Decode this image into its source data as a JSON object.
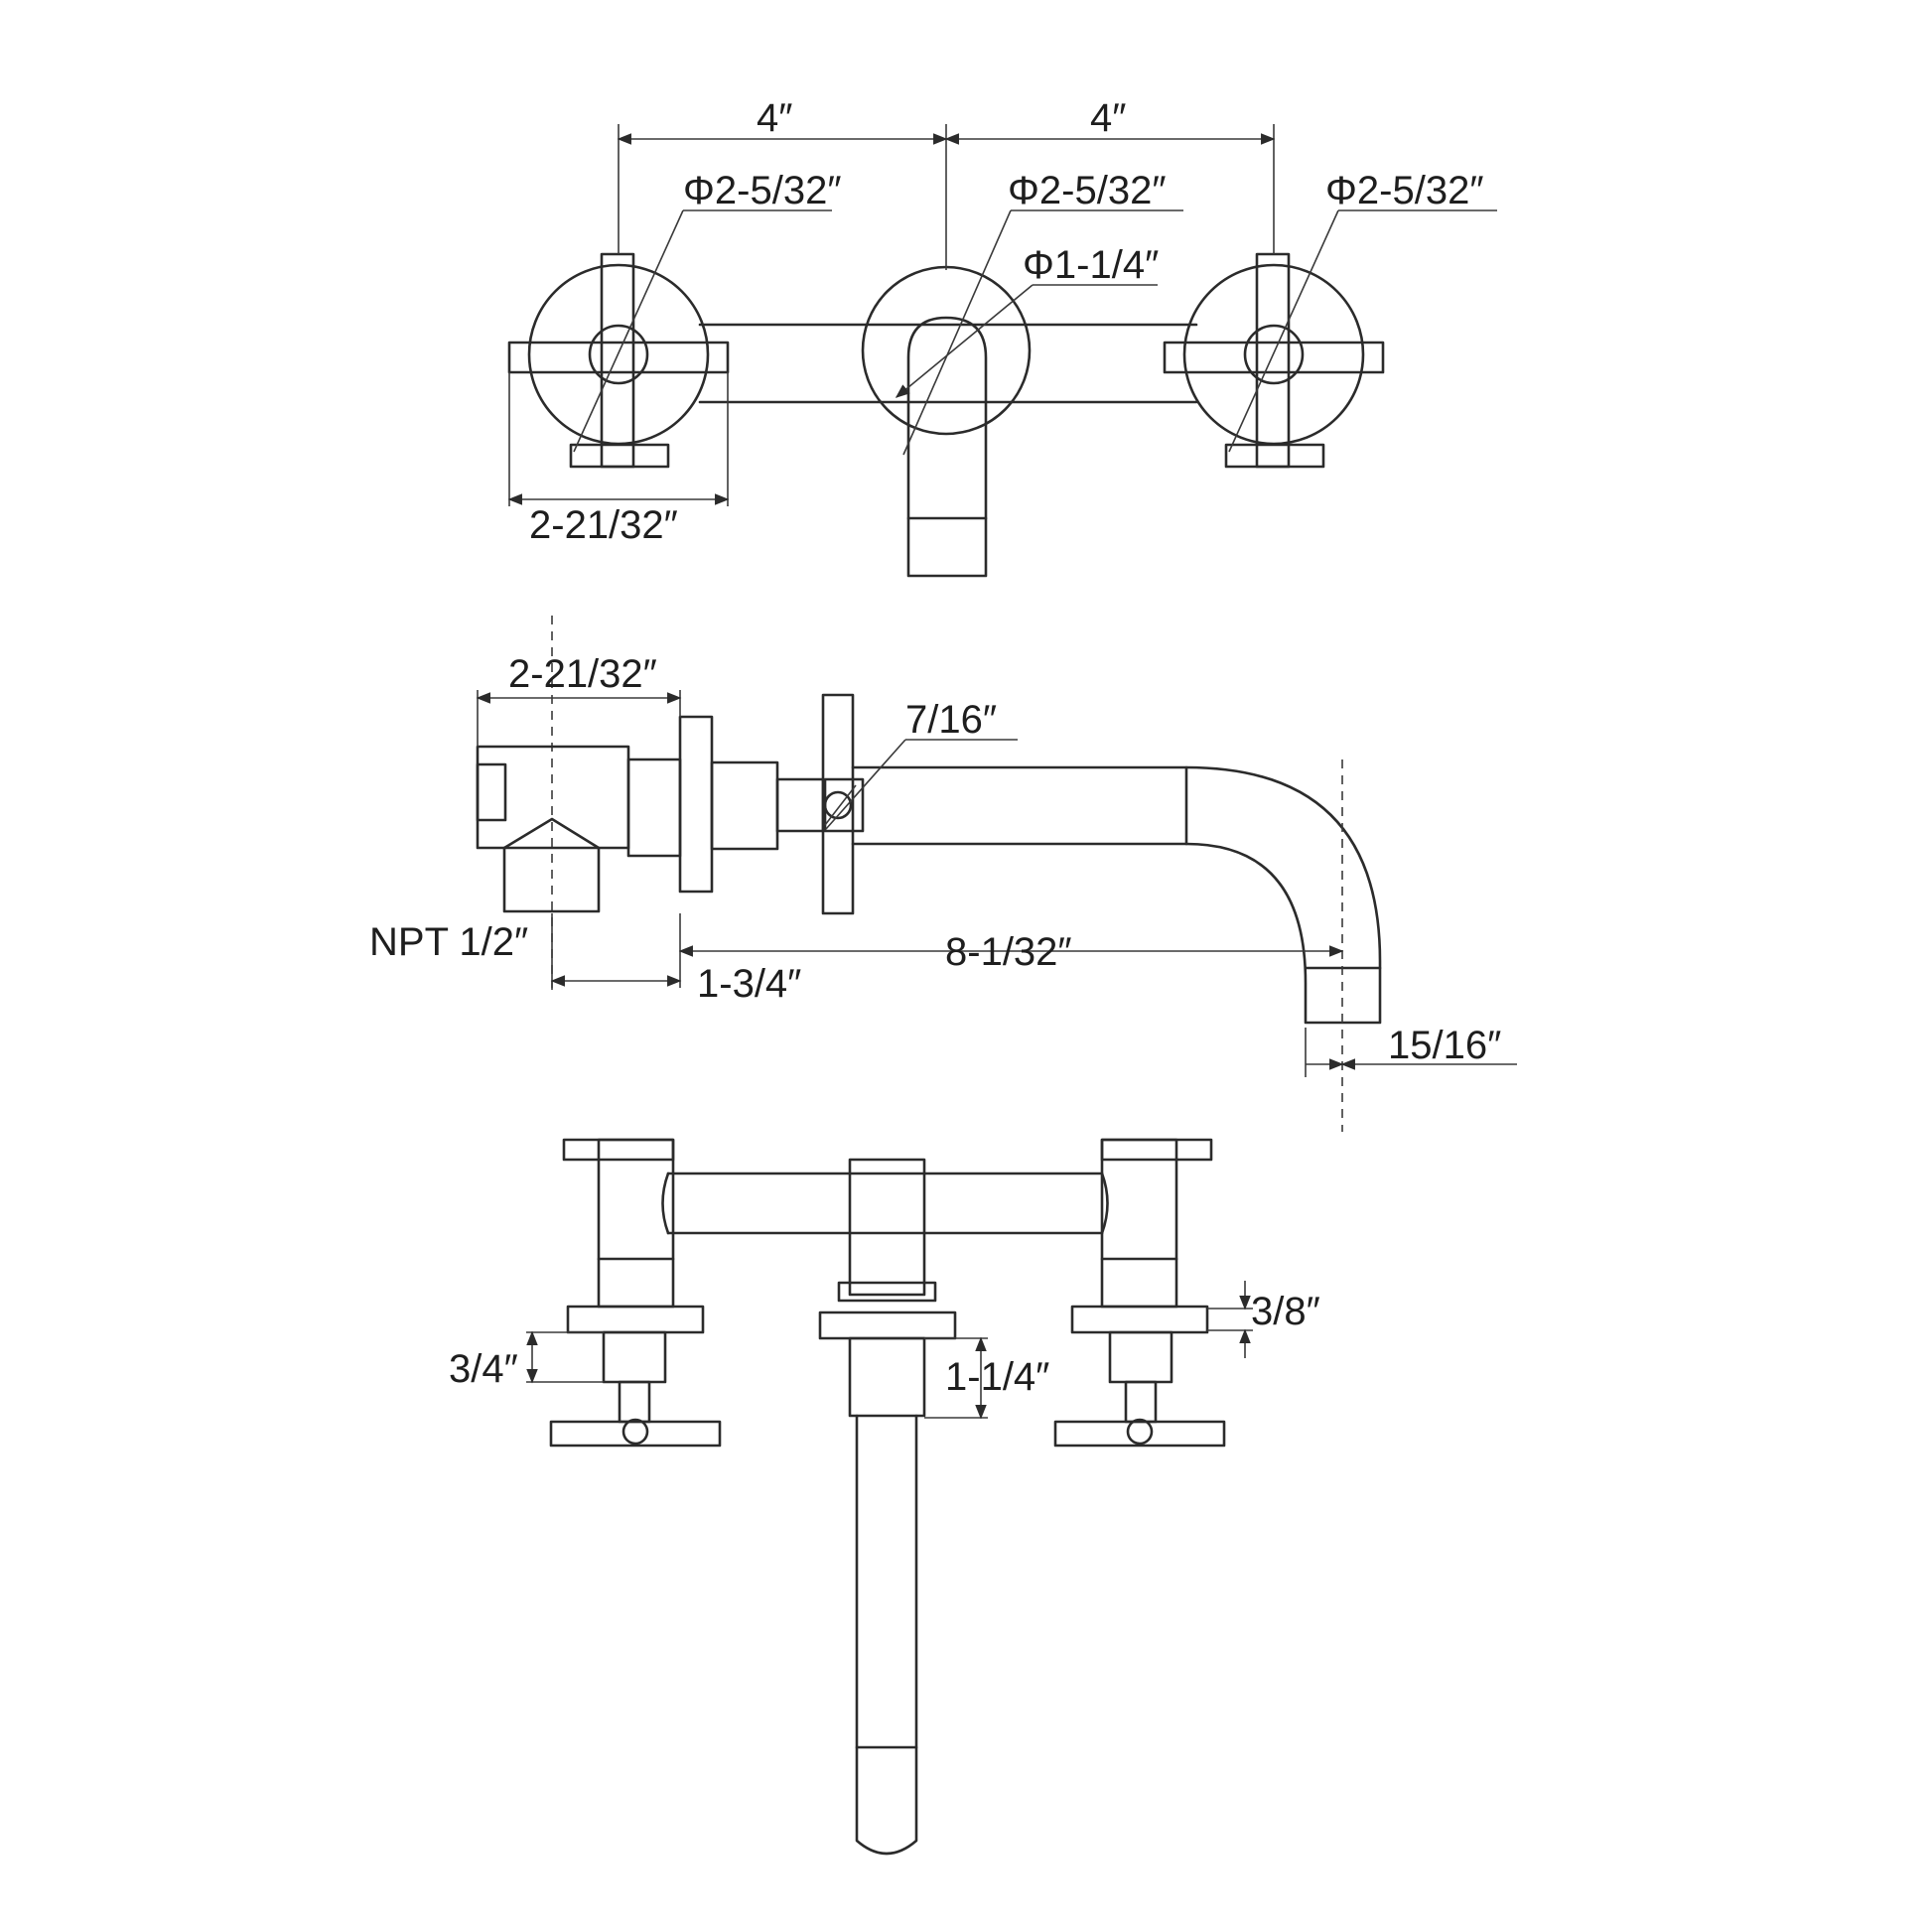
{
  "labels": {
    "front_left_spacing": "4″",
    "front_right_spacing": "4″",
    "left_handle_diameter": "Φ2-5/32″",
    "spout_plate_diameter": "Φ2-5/32″",
    "right_handle_diameter": "Φ2-5/32″",
    "spout_diameter": "Φ1-1/4″",
    "front_handle_width": "2-21/32″",
    "side_body_depth": "2-21/32″",
    "handle_thickness": "7/16″",
    "inlet_thread": "NPT 1/2″",
    "wall_setback": "1-3/4″",
    "spout_reach": "8-1/32″",
    "spout_outlet": "15/16″",
    "flange_thickness": "3/8″",
    "handle_stem_height": "3/4″",
    "spout_collar_height": "1-1/4″"
  },
  "colors": {
    "line": "#2b2b2b",
    "background": "#ffffff"
  }
}
